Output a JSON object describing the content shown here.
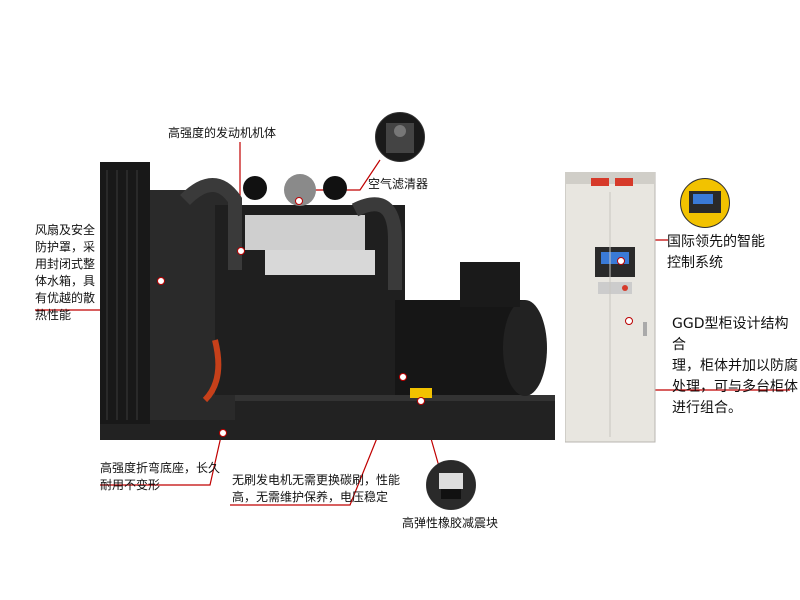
{
  "labels": {
    "engine_block": "高强度的发动机机体",
    "air_filter": "空气滤清器",
    "fan_guard": "风扇及安全\n防护罩，采\n用封闭式整\n体水箱，具\n有优越的散\n热性能",
    "controller": "国际领先的智能\n控制系统",
    "ggd_cabinet": "GGD型柜设计结构合\n理，柜体并加以防腐\n处理，可与多台柜体\n进行组合。",
    "base": "高强度折弯底座，长久\n耐用不变形",
    "alternator": "无刷发电机无需更换碳刷，性能\n高，无需维护保养，电压稳定",
    "rubber_mount": "高弹性橡胶减震块"
  },
  "colors": {
    "callout_line": "#c00000",
    "generator_body": "#1c1c1c",
    "cabinet_body": "#e8e6e0"
  }
}
